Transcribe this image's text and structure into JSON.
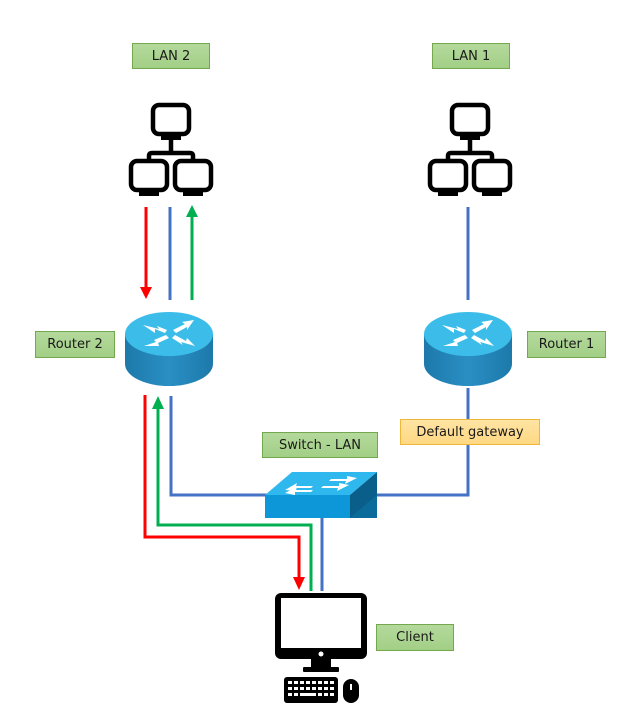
{
  "colors": {
    "link": "#4472c4",
    "request_arrow": "#ff0000",
    "response_arrow": "#00b050",
    "label_green": "#a9d18e",
    "label_yellow": "#ffd98b",
    "device_blue": "#1ba1e2",
    "icon_black": "#000000"
  },
  "nodes": {
    "lan2": {
      "label": "LAN 2",
      "icon": "network-icon"
    },
    "lan1": {
      "label": "LAN 1",
      "icon": "network-icon"
    },
    "router2": {
      "label": "Router 2",
      "icon": "router-icon"
    },
    "router1": {
      "label": "Router 1",
      "icon": "router-icon"
    },
    "switch": {
      "label": "Switch - LAN",
      "icon": "switch-icon"
    },
    "client": {
      "label": "Client",
      "icon": "desktop-computer-icon"
    },
    "gateway": {
      "label": "Default gateway"
    }
  },
  "edges": [
    {
      "from": "lan2",
      "to": "router2",
      "type": "link"
    },
    {
      "from": "lan1",
      "to": "router1",
      "type": "link"
    },
    {
      "from": "router2",
      "to": "switch",
      "type": "link"
    },
    {
      "from": "router1",
      "to": "switch",
      "type": "link",
      "note": "Default gateway"
    },
    {
      "from": "switch",
      "to": "client",
      "type": "link"
    },
    {
      "from": "lan2",
      "to": "router2",
      "type": "request_arrow"
    },
    {
      "from": "router2",
      "to": "client",
      "type": "request_arrow"
    },
    {
      "from": "router2",
      "to": "lan2",
      "type": "response_arrow"
    },
    {
      "from": "client",
      "to": "router2",
      "type": "response_arrow"
    }
  ]
}
